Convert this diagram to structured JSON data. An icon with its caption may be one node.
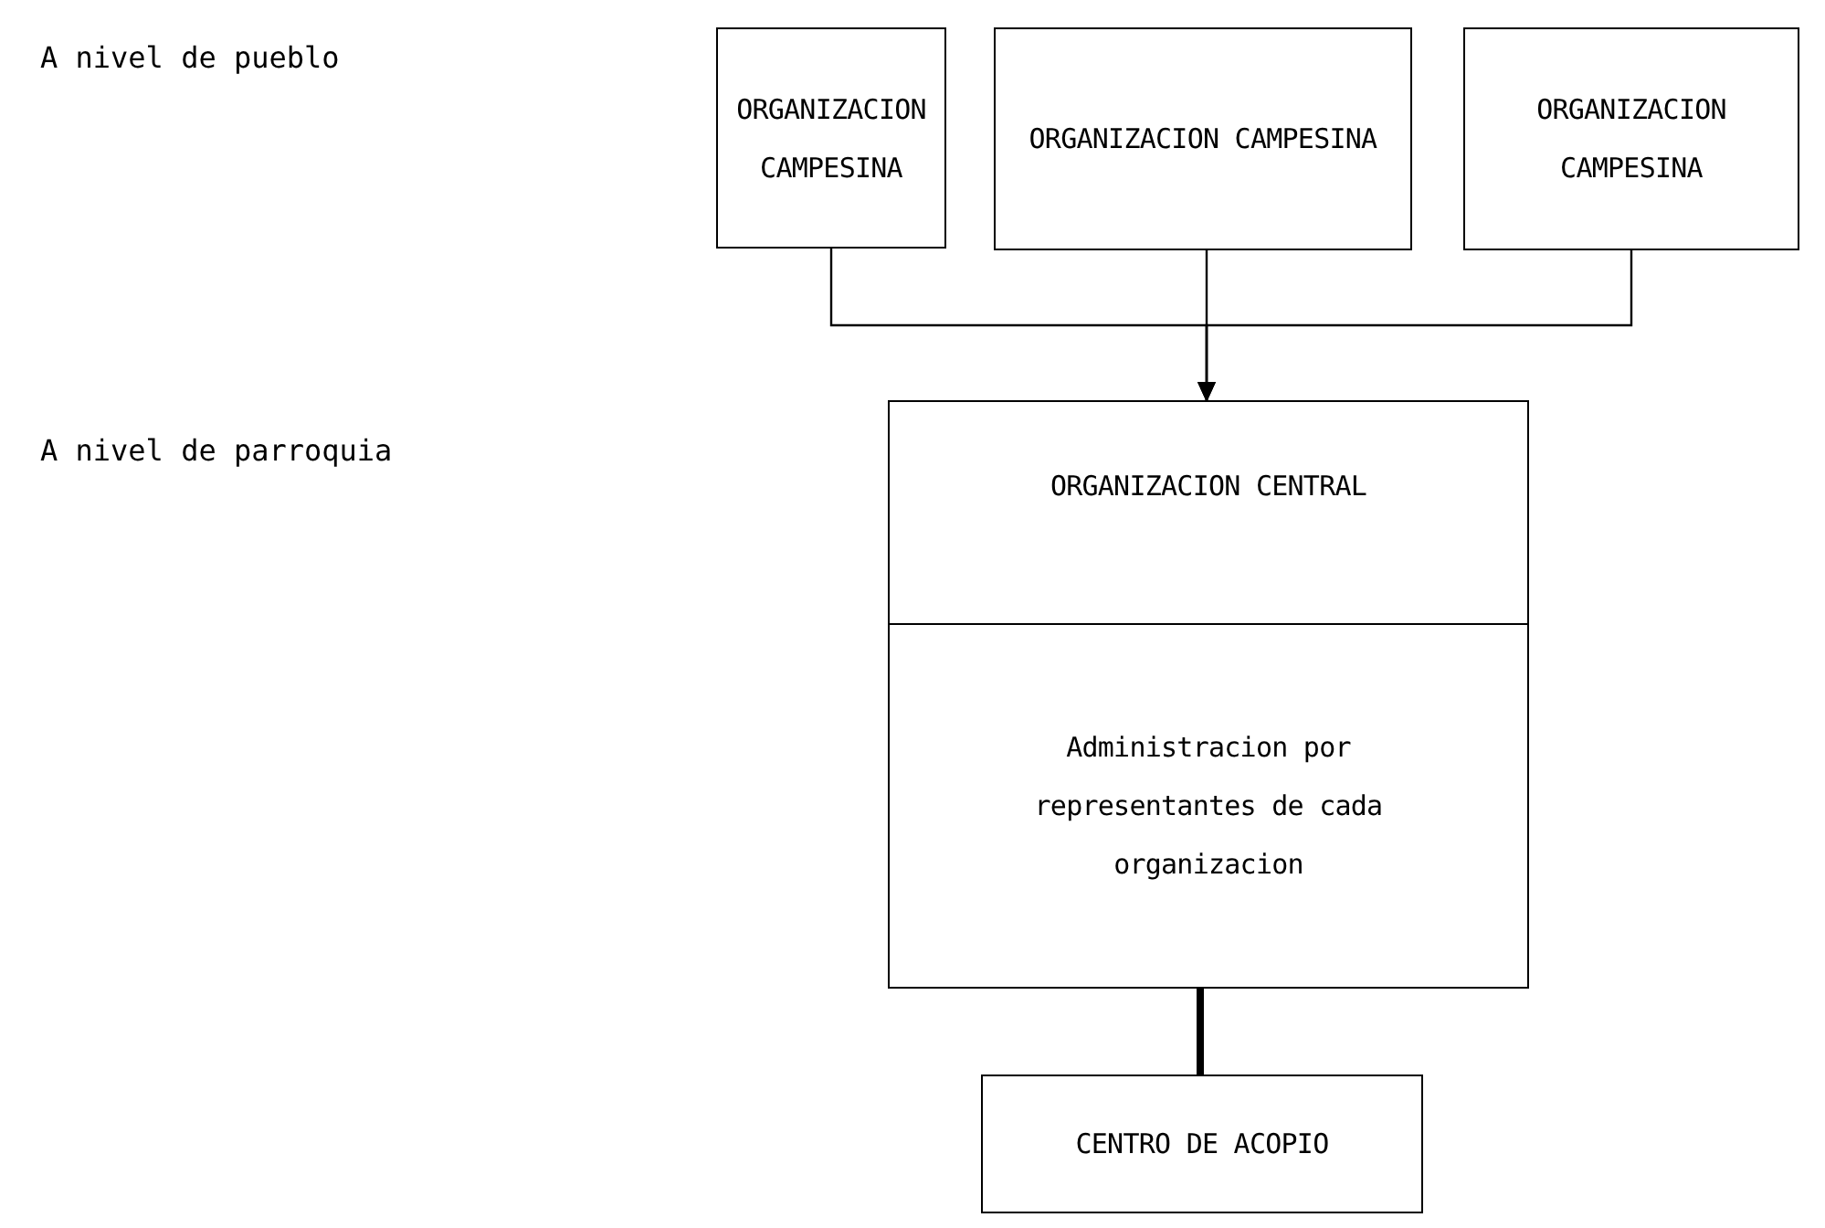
{
  "diagram": {
    "nodes": [
      {
        "text": [
          "ORGANIZACION CAMPESINA"
        ]
      },
      {
        "text": [
          "ORGANIZACION CAMPESINA"
        ]
      },
      {
        "text": [
          "ORGANIZACION CAMPESINA"
        ]
      },
      {
        "text": [
          "ORGANIZACION CENTRAL",
          "Administracion por representantes de cada organizacion"
        ]
      },
      {
        "text": [
          "CENTRO DE ACOPIO"
        ]
      }
    ],
    "edges": [
      {
        "from": 0,
        "to": 3,
        "arrow": "to"
      },
      {
        "from": 1,
        "to": 3,
        "arrow": "to"
      },
      {
        "from": 2,
        "to": 3,
        "arrow": "to"
      },
      {
        "from": 3,
        "to": 4,
        "arrow": "none",
        "style": "thick"
      }
    ],
    "labels": [
      "A nivel de pueblo",
      "A nivel de parroquia"
    ]
  }
}
